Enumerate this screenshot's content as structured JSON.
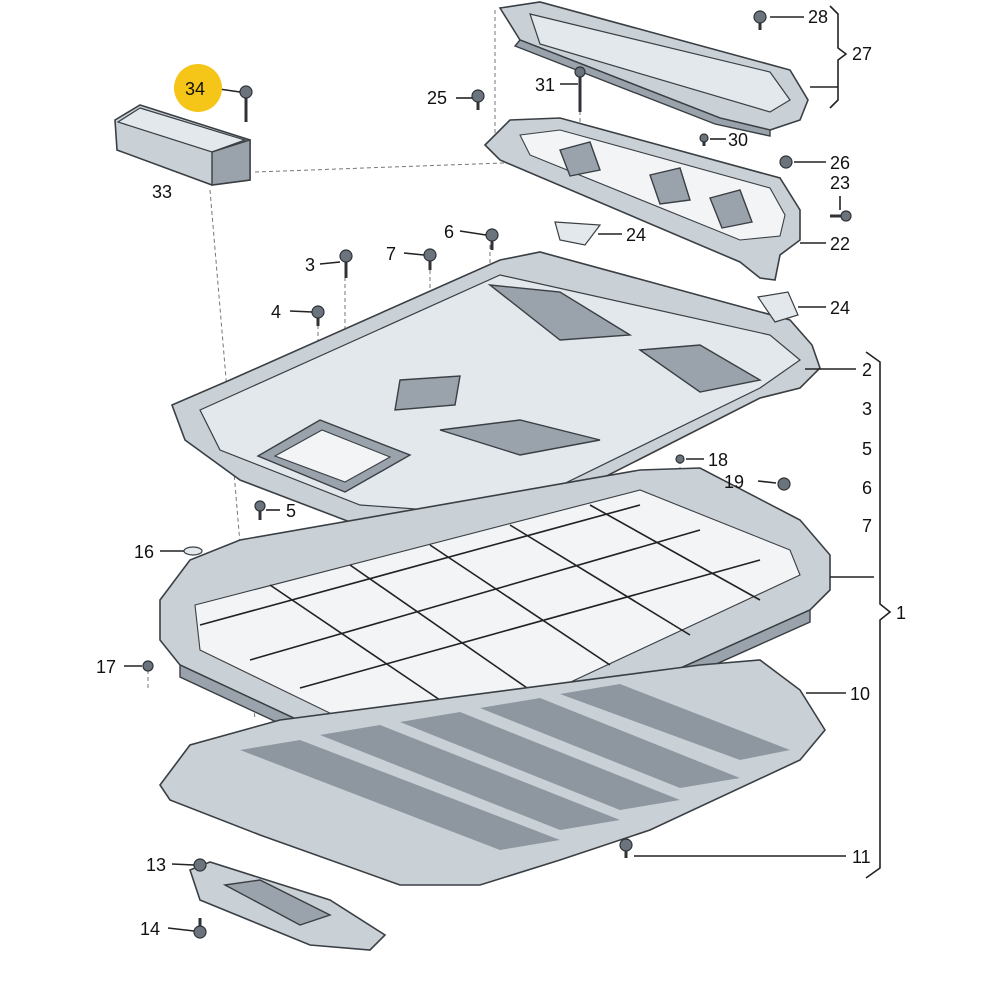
{
  "diagram": {
    "highlight_color": "#f5c518",
    "callouts": {
      "c1": "1",
      "c2": "2",
      "c3": "3",
      "c4": "4",
      "c5": "5",
      "c5b": "5",
      "c6": "6",
      "c6b": "6",
      "c7": "7",
      "c7b": "7",
      "c10": "10",
      "c11": "11",
      "c13": "13",
      "c14": "14",
      "c16": "16",
      "c17": "17",
      "c18": "18",
      "c19": "19",
      "c22": "22",
      "c23": "23",
      "c24a": "24",
      "c24b": "24",
      "c25": "25",
      "c26": "26",
      "c27": "27",
      "c28": "28",
      "c30": "30",
      "c31": "31",
      "c33": "33",
      "c34": "34"
    }
  }
}
